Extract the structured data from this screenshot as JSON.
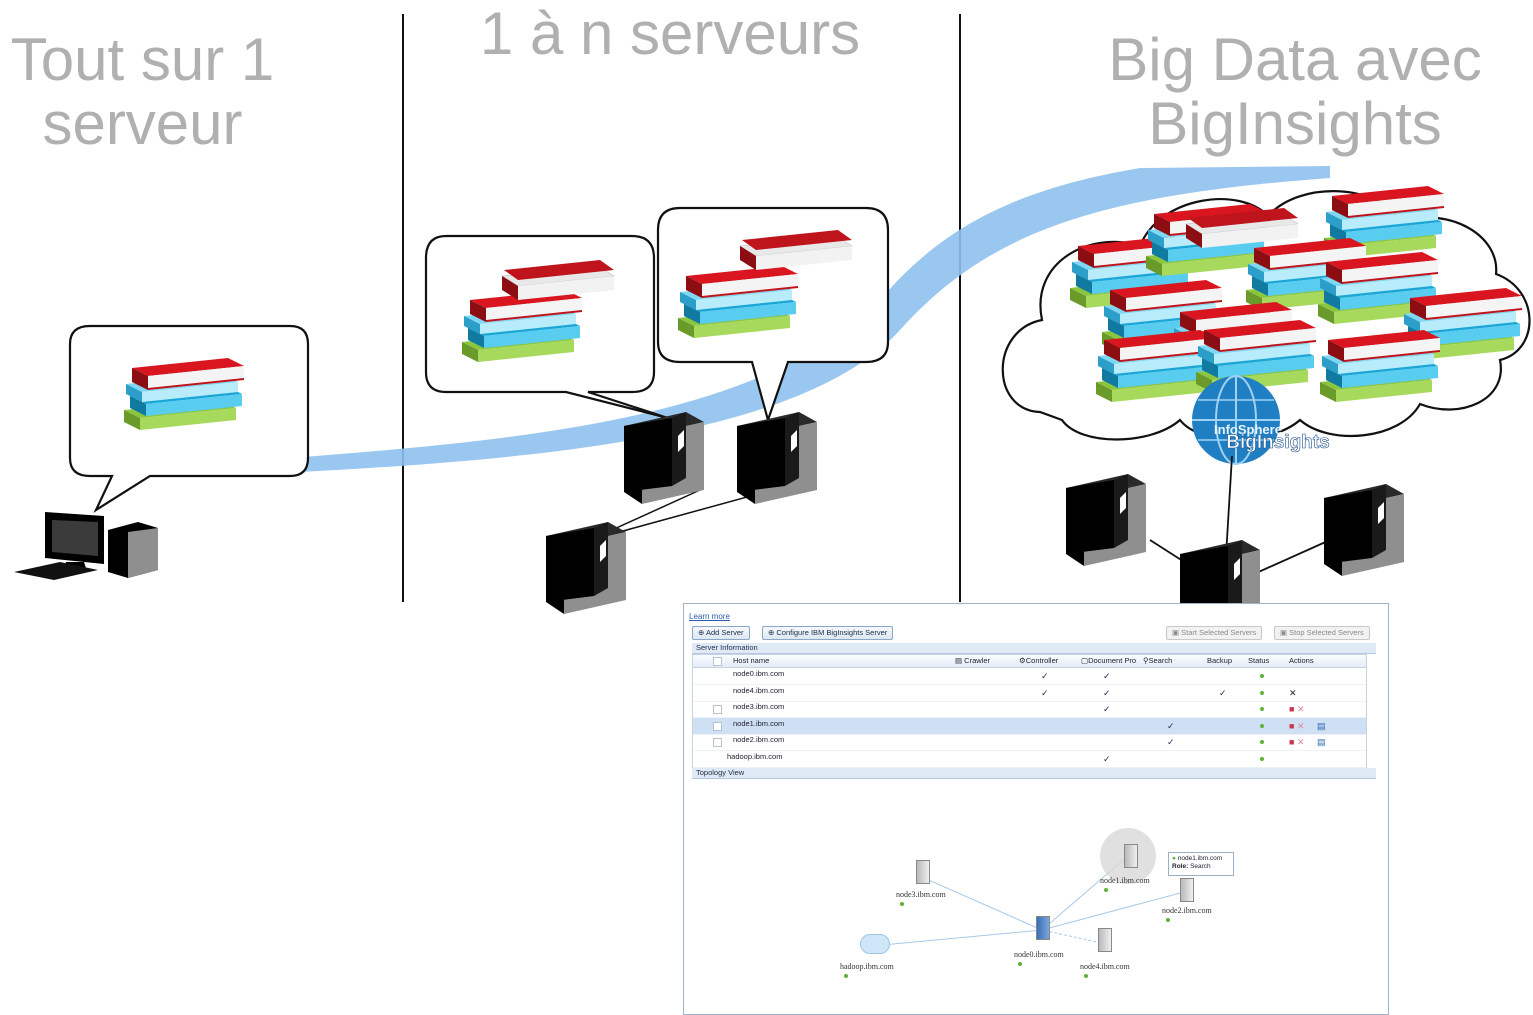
{
  "headings": {
    "one_server": "Tout sur 1\nserveur",
    "n_servers": "1 à n serveurs",
    "big_data": "Big Data avec\nBigInsights"
  },
  "logo": {
    "line1": "InfoSphere",
    "line2": "BigInsights"
  },
  "colors": {
    "heading": "#b0b0b0",
    "wave": "#8fc1ee",
    "book_red": "#c0141c",
    "book_cyan": "#3fc0e8",
    "book_green": "#8cc63f"
  },
  "screenshot": {
    "learn_more": "Learn more",
    "buttons": {
      "add_server": "Add Server",
      "configure": "Configure IBM BigInsights Server",
      "start": "Start Selected Servers",
      "stop": "Stop Selected Servers"
    },
    "server_info_title": "Server Information",
    "columns": [
      "Host name",
      "Crawler",
      "Controller",
      "Document Pro",
      "Search",
      "Backup",
      "Status",
      "Actions"
    ],
    "rows": [
      {
        "host": "node0.ibm.com",
        "controller": true,
        "document": true,
        "search": false,
        "backup": false,
        "status": "running",
        "actions": "",
        "selected": false
      },
      {
        "host": "node4.ibm.com",
        "controller": true,
        "document": true,
        "search": false,
        "backup": true,
        "status": "running",
        "actions": "remove",
        "selected": false
      },
      {
        "host": "node3.ibm.com",
        "controller": false,
        "document": true,
        "search": false,
        "backup": false,
        "status": "running",
        "actions": "stop-remove",
        "selected": false
      },
      {
        "host": "node1.ibm.com",
        "controller": false,
        "document": false,
        "search": true,
        "backup": false,
        "status": "running",
        "actions": "stop-remove-edit",
        "selected": true
      },
      {
        "host": "node2.ibm.com",
        "controller": false,
        "document": false,
        "search": true,
        "backup": false,
        "status": "running",
        "actions": "stop-remove-edit",
        "selected": false
      },
      {
        "host": "hadoop.ibm.com",
        "controller": false,
        "document": true,
        "search": false,
        "backup": false,
        "status": "running",
        "actions": "",
        "selected": false
      }
    ],
    "topology_title": "Topology View",
    "topology_nodes": [
      "node3.ibm.com",
      "node1.ibm.com",
      "node2.ibm.com",
      "hadoop.ibm.com",
      "node0.ibm.com",
      "node4.ibm.com"
    ],
    "tooltip": {
      "host": "node1.ibm.com",
      "role_label": "Role:",
      "role_value": "Search"
    }
  }
}
